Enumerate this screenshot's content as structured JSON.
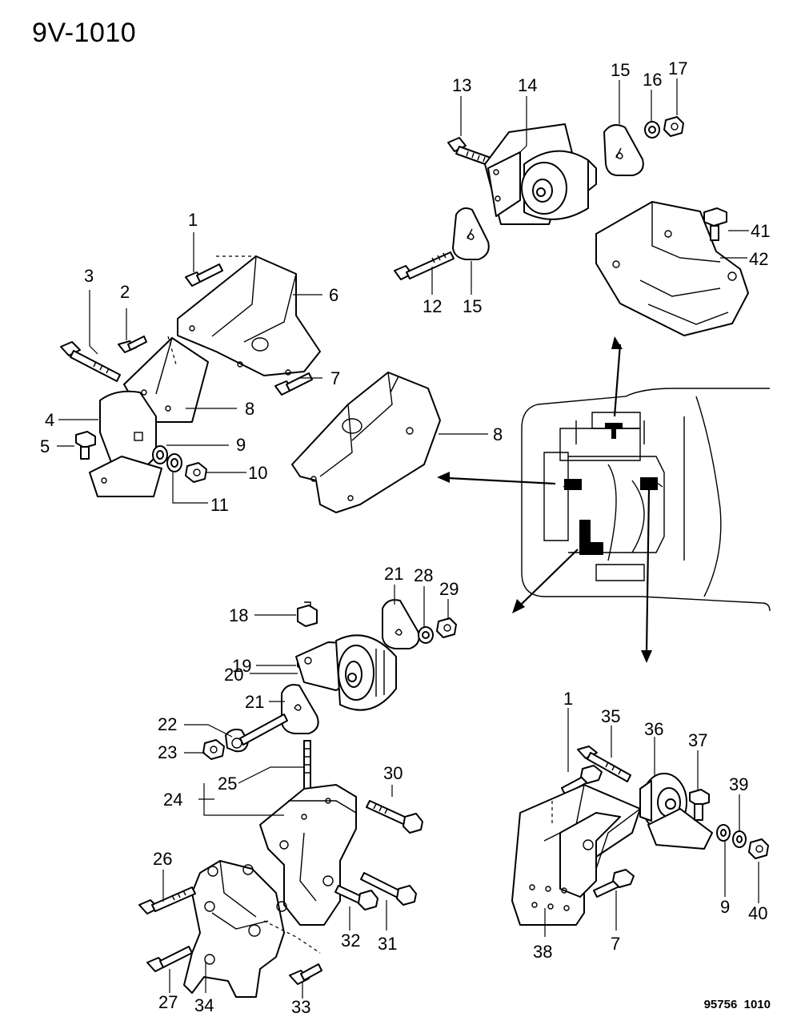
{
  "header": {
    "diagram_code": "9V-1010",
    "reference_number": "95756  1010"
  },
  "callouts": {
    "c1": "1",
    "c2": "2",
    "c3": "3",
    "c4": "4",
    "c5": "5",
    "c6": "6",
    "c7": "7",
    "c8": "8",
    "c9": "9",
    "c10": "10",
    "c11": "11",
    "c8b": "8",
    "c13": "13",
    "c14": "14",
    "c15a": "15",
    "c16": "16",
    "c17": "17",
    "c12": "12",
    "c15b": "15",
    "c41": "41",
    "c42": "42",
    "c18": "18",
    "c19": "19",
    "c20": "20",
    "c21a": "21",
    "c21b": "21",
    "c28": "28",
    "c29": "29",
    "c22": "22",
    "c23": "23",
    "c24": "24",
    "c25": "25",
    "c30": "30",
    "c26": "26",
    "c27": "27",
    "c31": "31",
    "c32": "32",
    "c33": "33",
    "c34": "34",
    "c1b": "1",
    "c35": "35",
    "c36": "36",
    "c37": "37",
    "c39": "39",
    "c9b": "9",
    "c40": "40",
    "c38": "38",
    "c7b": "7"
  },
  "colors": {
    "ink": "#000000",
    "paper": "#ffffff"
  }
}
